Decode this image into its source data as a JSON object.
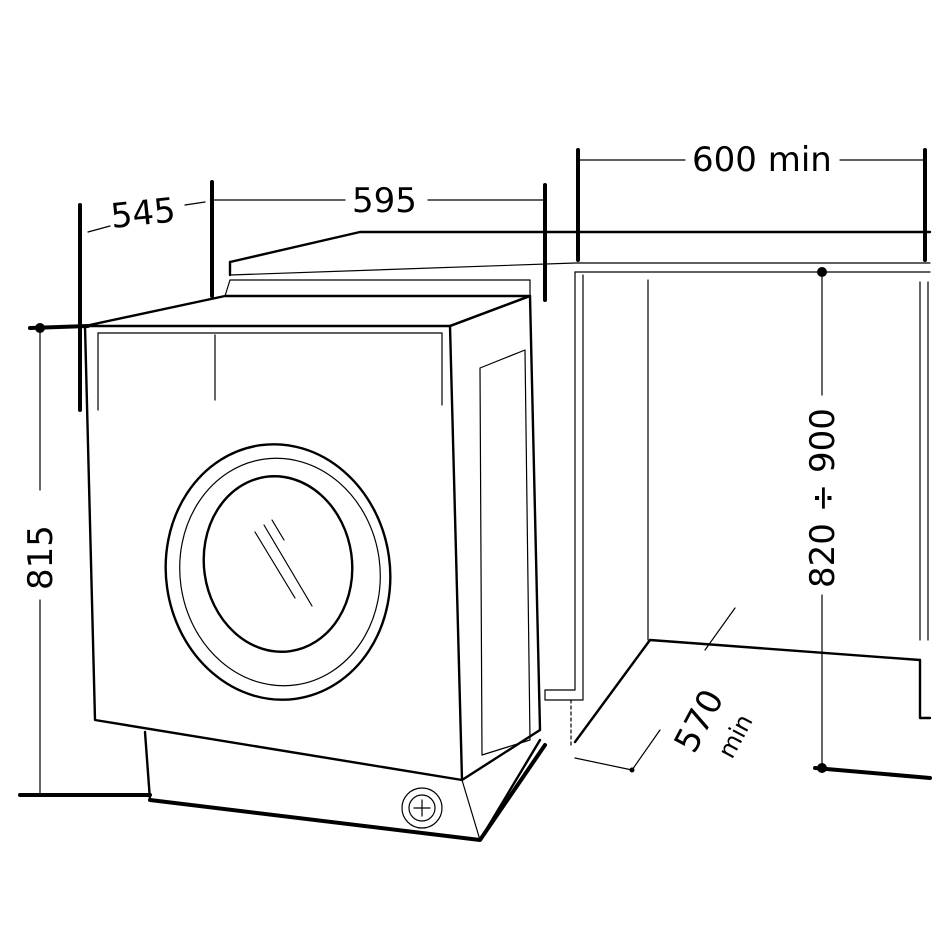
{
  "dimensions": {
    "depth": "545",
    "width": "595",
    "clearance_width": "600 min",
    "height": "815",
    "worktop_height": "820 ÷ 900",
    "recess_depth_value": "570",
    "recess_depth_suffix": "min"
  },
  "colors": {
    "line": "#000000",
    "background": "#ffffff"
  }
}
